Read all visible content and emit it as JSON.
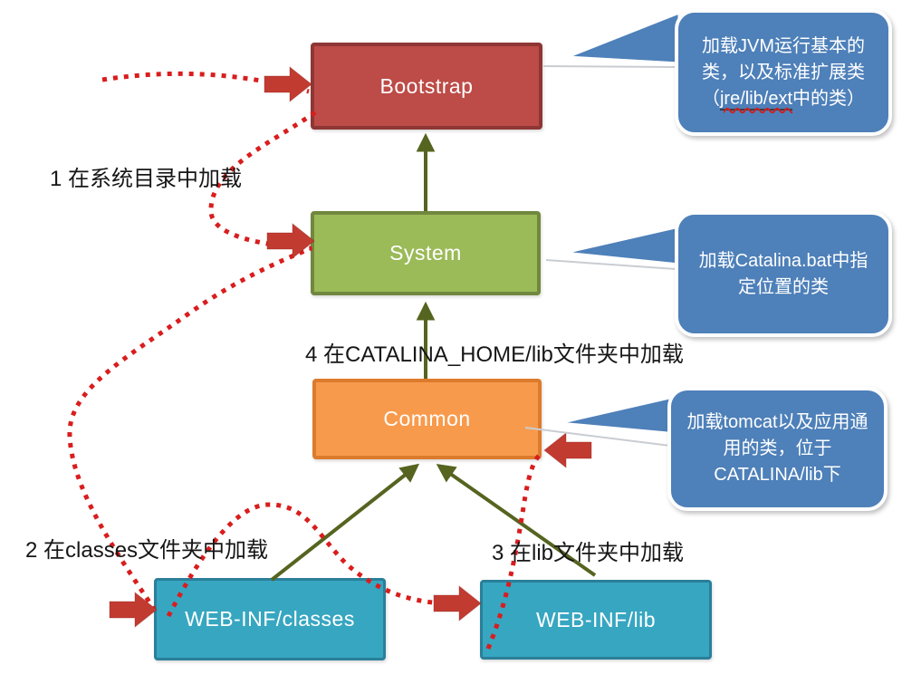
{
  "boxes": {
    "bootstrap": {
      "label": "Bootstrap"
    },
    "system": {
      "label": "System"
    },
    "common": {
      "label": "Common"
    },
    "webinf_classes": {
      "label": "WEB-INF/classes"
    },
    "webinf_lib": {
      "label": "WEB-INF/lib"
    }
  },
  "steps": {
    "s1": {
      "text": "1 在系统目录中加载"
    },
    "s2": {
      "text": "2 在classes文件夹中加载"
    },
    "s3": {
      "text": "3 在lib文件夹中加载"
    },
    "s4": {
      "text": "4 在CATALINA_HOME/lib文件夹中加载"
    }
  },
  "callouts": {
    "jvm": {
      "text_before": "加载JVM运行基本的类，以及标准扩展类（",
      "text_underlined": "jre/lib/ext",
      "text_after": "中的类）"
    },
    "catalina": {
      "text": "加载Catalina.bat中指定位置的类"
    },
    "common": {
      "text": "加载tomcat以及应用通用的类，位于CATALINA/lib下"
    }
  },
  "colors": {
    "bootstrap_fill": "#bd4b47",
    "bootstrap_border": "#8e3734",
    "system_fill": "#9bba58",
    "system_border": "#70883e",
    "common_fill": "#f89a4c",
    "common_border": "#dd7b2d",
    "webinf_fill": "#37a6c1",
    "webinf_border": "#2a7f99",
    "callout_fill": "#4e80b9",
    "dotted_red": "#d91d1d",
    "block_arrow": "#c23b31",
    "olive": "#55641f"
  }
}
